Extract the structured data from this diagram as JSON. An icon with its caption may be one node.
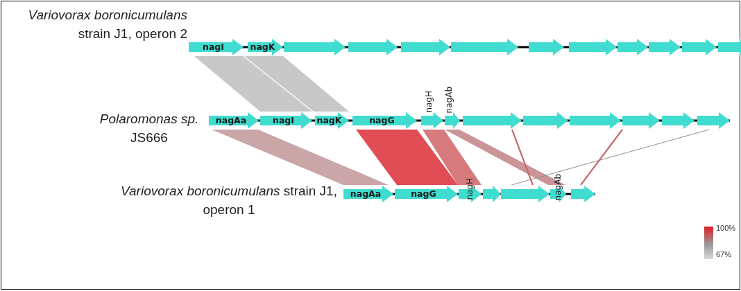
{
  "diagram": {
    "nodes": [
      {
        "text": [
          "nagI"
        ]
      },
      {
        "text": [
          "nagK"
        ]
      },
      {
        "text": [],
        "shape": "arrow"
      },
      {
        "text": [],
        "shape": "arrow"
      },
      {
        "text": [],
        "shape": "arrow"
      },
      {
        "text": [],
        "shape": "arrow"
      },
      {
        "text": [],
        "shape": "arrow"
      },
      {
        "text": [],
        "shape": "arrow"
      },
      {
        "text": [],
        "shape": "arrow"
      },
      {
        "text": [],
        "shape": "arrow"
      },
      {
        "text": [],
        "shape": "arrow"
      },
      {
        "text": [],
        "shape": "arrow"
      },
      {
        "text": [
          "nagAa"
        ]
      },
      {
        "text": [
          "nagI"
        ]
      },
      {
        "text": [
          "nagK"
        ]
      },
      {
        "text": [
          "nagG"
        ]
      },
      {
        "text": [
          "nagH"
        ]
      },
      {
        "text": [
          "nagAb"
        ]
      },
      {
        "text": [],
        "shape": "arrow"
      },
      {
        "text": [],
        "shape": "arrow"
      },
      {
        "text": [],
        "shape": "arrow"
      },
      {
        "text": [],
        "shape": "arrow"
      },
      {
        "text": [],
        "shape": "arrow"
      },
      {
        "text": [],
        "shape": "arrow"
      },
      {
        "text": [
          "nagAa"
        ]
      },
      {
        "text": [
          "nagG"
        ]
      },
      {
        "text": [
          "nagH"
        ]
      },
      {
        "text": [],
        "shape": "arrow"
      },
      {
        "text": [],
        "shape": "arrow"
      },
      {
        "text": [
          "nagAb"
        ]
      },
      {
        "text": [],
        "shape": "arrow"
      }
    ],
    "edges": [
      {
        "from": 0,
        "to": 13,
        "arrow": "none",
        "style": "thick",
        "color": "#c8c8c8"
      },
      {
        "from": 1,
        "to": 14,
        "arrow": "none",
        "style": "thick",
        "color": "#c8c8c8"
      },
      {
        "from": 12,
        "to": 24,
        "arrow": "none",
        "style": "thick",
        "color": "#caa6a9"
      },
      {
        "from": 15,
        "to": 25,
        "arrow": "none",
        "style": "thick",
        "color": "#e04d54"
      },
      {
        "from": 16,
        "to": 26,
        "arrow": "none",
        "style": "thick",
        "color": "#d67a7e"
      },
      {
        "from": 17,
        "to": 29,
        "arrow": "none",
        "style": "thick",
        "color": "#c99599"
      },
      {
        "from": 18,
        "to": 28,
        "arrow": "none",
        "color": "#c8686c"
      },
      {
        "from": 21,
        "to": 30,
        "arrow": "none",
        "color": "#c8686c"
      },
      {
        "from": 23,
        "to": 28,
        "arrow": "none",
        "color": "#8e8e8e"
      }
    ],
    "labels": [
      "*Variovorax boronicumulans* strain J1, operon 2",
      "*Polaromonas sp.* JS666",
      "*Variovorax boronicumulans* strain J1, operon 1",
      "100%",
      "67%"
    ]
  }
}
